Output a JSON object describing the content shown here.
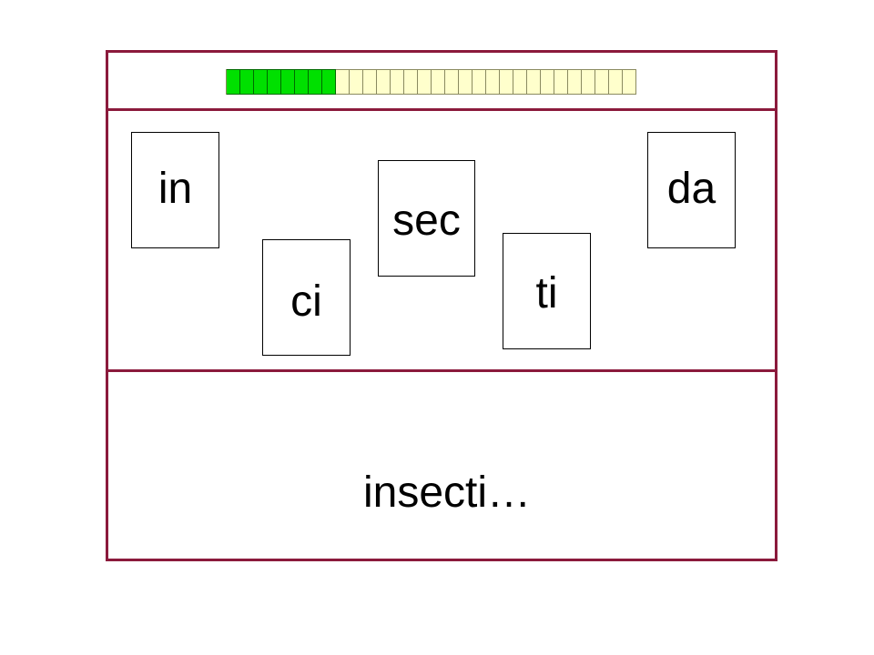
{
  "progress": {
    "completed": 8,
    "total": 30,
    "fill_color": "#00e000",
    "empty_color": "#ffffcc"
  },
  "tiles": [
    {
      "syllable": "in"
    },
    {
      "syllable": "ci"
    },
    {
      "syllable": "sec"
    },
    {
      "syllable": "ti"
    },
    {
      "syllable": "da"
    }
  ],
  "answer": {
    "text": "insecti…"
  },
  "colors": {
    "frame_border": "#8b1a3c"
  }
}
